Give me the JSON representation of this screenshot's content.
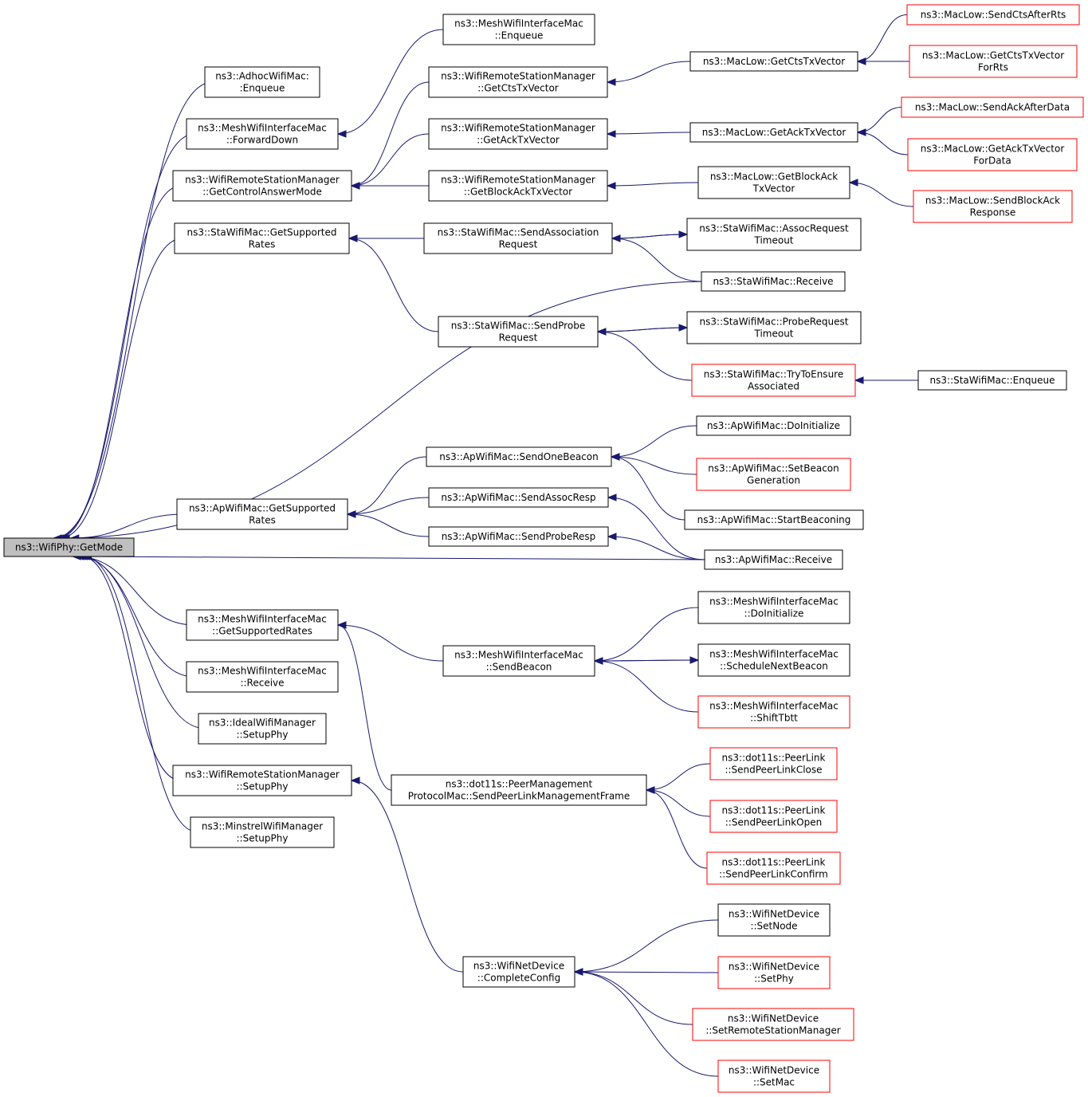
{
  "diagram": {
    "title": "",
    "nodes": [
      {
        "id": "getmode",
        "lines": [
          "ns3::WifiPhy::GetMode"
        ],
        "root": true
      },
      {
        "id": "adhoc_enq",
        "lines": [
          "ns3::AdhocWifiMac:",
          ":Enqueue"
        ]
      },
      {
        "id": "mesh_fwd",
        "lines": [
          "ns3::MeshWifiInterfaceMac",
          "::ForwardDown"
        ]
      },
      {
        "id": "wrsm_gcam",
        "lines": [
          "ns3::WifiRemoteStationManager",
          "::GetControlAnswerMode"
        ]
      },
      {
        "id": "sta_gsr",
        "lines": [
          "ns3::StaWifiMac::GetSupported",
          "Rates"
        ]
      },
      {
        "id": "ap_gsr",
        "lines": [
          "ns3::ApWifiMac::GetSupported",
          "Rates"
        ]
      },
      {
        "id": "mesh_gsr",
        "lines": [
          "ns3::MeshWifiInterfaceMac",
          "::GetSupportedRates"
        ]
      },
      {
        "id": "mesh_recv",
        "lines": [
          "ns3::MeshWifiInterfaceMac",
          "::Receive"
        ]
      },
      {
        "id": "ideal_setup",
        "lines": [
          "ns3::IdealWifiManager",
          "::SetupPhy"
        ]
      },
      {
        "id": "wrsm_setup",
        "lines": [
          "ns3::WifiRemoteStationManager",
          "::SetupPhy"
        ]
      },
      {
        "id": "minstrel_setup",
        "lines": [
          "ns3::MinstrelWifiManager",
          "::SetupPhy"
        ]
      },
      {
        "id": "mesh_enq",
        "lines": [
          "ns3::MeshWifiInterfaceMac",
          "::Enqueue"
        ]
      },
      {
        "id": "wrsm_gcts",
        "lines": [
          "ns3::WifiRemoteStationManager",
          "::GetCtsTxVector"
        ]
      },
      {
        "id": "wrsm_gack",
        "lines": [
          "ns3::WifiRemoteStationManager",
          "::GetAckTxVector"
        ]
      },
      {
        "id": "wrsm_gback",
        "lines": [
          "ns3::WifiRemoteStationManager",
          "::GetBlockAckTxVector"
        ]
      },
      {
        "id": "sta_sar",
        "lines": [
          "ns3::StaWifiMac::SendAssociation",
          "Request"
        ]
      },
      {
        "id": "sta_spr",
        "lines": [
          "ns3::StaWifiMac::SendProbe",
          "Request"
        ]
      },
      {
        "id": "ap_sob",
        "lines": [
          "ns3::ApWifiMac::SendOneBeacon"
        ]
      },
      {
        "id": "ap_sar",
        "lines": [
          "ns3::ApWifiMac::SendAssocResp"
        ]
      },
      {
        "id": "ap_spr",
        "lines": [
          "ns3::ApWifiMac::SendProbeResp"
        ]
      },
      {
        "id": "mesh_sb",
        "lines": [
          "ns3::MeshWifiInterfaceMac",
          "::SendBeacon"
        ]
      },
      {
        "id": "pmp_splmf",
        "lines": [
          "ns3::dot11s::PeerManagement",
          "ProtocolMac::SendPeerLinkManagementFrame"
        ]
      },
      {
        "id": "wnd_cc",
        "lines": [
          "ns3::WifiNetDevice",
          "::CompleteConfig"
        ]
      },
      {
        "id": "ml_gcts",
        "lines": [
          "ns3::MacLow::GetCtsTxVector"
        ]
      },
      {
        "id": "ml_gack",
        "lines": [
          "ns3::MacLow::GetAckTxVector"
        ]
      },
      {
        "id": "ml_gback",
        "lines": [
          "ns3::MacLow::GetBlockAck",
          "TxVector"
        ]
      },
      {
        "id": "sta_art",
        "lines": [
          "ns3::StaWifiMac::AssocRequest",
          "Timeout"
        ]
      },
      {
        "id": "sta_recv",
        "lines": [
          "ns3::StaWifiMac::Receive"
        ]
      },
      {
        "id": "sta_prt",
        "lines": [
          "ns3::StaWifiMac::ProbeRequest",
          "Timeout"
        ]
      },
      {
        "id": "sta_ttea",
        "lines": [
          "ns3::StaWifiMac::TryToEnsure",
          "Associated"
        ],
        "red": true
      },
      {
        "id": "ap_doinit",
        "lines": [
          "ns3::ApWifiMac::DoInitialize"
        ]
      },
      {
        "id": "ap_sbg",
        "lines": [
          "ns3::ApWifiMac::SetBeacon",
          "Generation"
        ],
        "red": true
      },
      {
        "id": "ap_startb",
        "lines": [
          "ns3::ApWifiMac::StartBeaconing"
        ]
      },
      {
        "id": "ap_recv",
        "lines": [
          "ns3::ApWifiMac::Receive"
        ]
      },
      {
        "id": "mesh_doinit",
        "lines": [
          "ns3::MeshWifiInterfaceMac",
          "::DoInitialize"
        ]
      },
      {
        "id": "mesh_snb",
        "lines": [
          "ns3::MeshWifiInterfaceMac",
          "::ScheduleNextBeacon"
        ]
      },
      {
        "id": "mesh_stbtt",
        "lines": [
          "ns3::MeshWifiInterfaceMac",
          "::ShiftTbtt"
        ],
        "red": true
      },
      {
        "id": "pl_close",
        "lines": [
          "ns3::dot11s::PeerLink",
          "::SendPeerLinkClose"
        ],
        "red": true
      },
      {
        "id": "pl_open",
        "lines": [
          "ns3::dot11s::PeerLink",
          "::SendPeerLinkOpen"
        ],
        "red": true
      },
      {
        "id": "pl_confirm",
        "lines": [
          "ns3::dot11s::PeerLink",
          "::SendPeerLinkConfirm"
        ],
        "red": true
      },
      {
        "id": "wnd_setnode",
        "lines": [
          "ns3::WifiNetDevice",
          "::SetNode"
        ]
      },
      {
        "id": "wnd_setphy",
        "lines": [
          "ns3::WifiNetDevice",
          "::SetPhy"
        ],
        "red": true
      },
      {
        "id": "wnd_setrsm",
        "lines": [
          "ns3::WifiNetDevice",
          "::SetRemoteStationManager"
        ],
        "red": true
      },
      {
        "id": "wnd_setmac",
        "lines": [
          "ns3::WifiNetDevice",
          "::SetMac"
        ],
        "red": true
      },
      {
        "id": "ml_sctsar",
        "lines": [
          "ns3::MacLow::SendCtsAfterRts"
        ],
        "red": true
      },
      {
        "id": "ml_gctsfr",
        "lines": [
          "ns3::MacLow::GetCtsTxVector",
          "ForRts"
        ],
        "red": true
      },
      {
        "id": "ml_saad",
        "lines": [
          "ns3::MacLow::SendAckAfterData"
        ],
        "red": true
      },
      {
        "id": "ml_gackfd",
        "lines": [
          "ns3::MacLow::GetAckTxVector",
          "ForData"
        ],
        "red": true
      },
      {
        "id": "ml_sbar",
        "lines": [
          "ns3::MacLow::SendBlockAck",
          "Response"
        ],
        "red": true
      },
      {
        "id": "sta_enq",
        "lines": [
          "ns3::StaWifiMac::Enqueue"
        ]
      }
    ],
    "edges": [
      [
        "adhoc_enq",
        "getmode"
      ],
      [
        "mesh_fwd",
        "getmode"
      ],
      [
        "wrsm_gcam",
        "getmode"
      ],
      [
        "sta_gsr",
        "getmode"
      ],
      [
        "sta_recv",
        "getmode"
      ],
      [
        "ap_gsr",
        "getmode"
      ],
      [
        "ap_recv",
        "getmode"
      ],
      [
        "mesh_gsr",
        "getmode"
      ],
      [
        "mesh_recv",
        "getmode"
      ],
      [
        "ideal_setup",
        "getmode"
      ],
      [
        "wrsm_setup",
        "getmode"
      ],
      [
        "minstrel_setup",
        "getmode"
      ],
      [
        "mesh_enq",
        "mesh_fwd"
      ],
      [
        "wrsm_gcts",
        "wrsm_gcam"
      ],
      [
        "wrsm_gack",
        "wrsm_gcam"
      ],
      [
        "wrsm_gback",
        "wrsm_gcam"
      ],
      [
        "ml_gcts",
        "wrsm_gcts"
      ],
      [
        "ml_gack",
        "wrsm_gack"
      ],
      [
        "ml_gback",
        "wrsm_gback"
      ],
      [
        "ml_sctsar",
        "ml_gcts"
      ],
      [
        "ml_gctsfr",
        "ml_gcts"
      ],
      [
        "ml_saad",
        "ml_gack"
      ],
      [
        "ml_gackfd",
        "ml_gack"
      ],
      [
        "ml_sbar",
        "ml_gback"
      ],
      [
        "sta_sar",
        "sta_gsr"
      ],
      [
        "sta_spr",
        "sta_gsr"
      ],
      [
        "sta_art",
        "sta_sar"
      ],
      [
        "sta_sar",
        "sta_art"
      ],
      [
        "sta_recv",
        "sta_sar"
      ],
      [
        "sta_prt",
        "sta_spr"
      ],
      [
        "sta_spr",
        "sta_prt"
      ],
      [
        "sta_ttea",
        "sta_spr"
      ],
      [
        "sta_enq",
        "sta_ttea"
      ],
      [
        "ap_sob",
        "ap_gsr"
      ],
      [
        "ap_sar",
        "ap_gsr"
      ],
      [
        "ap_spr",
        "ap_gsr"
      ],
      [
        "ap_doinit",
        "ap_sob"
      ],
      [
        "ap_sbg",
        "ap_sob"
      ],
      [
        "ap_startb",
        "ap_sob"
      ],
      [
        "ap_recv",
        "ap_sar"
      ],
      [
        "ap_recv",
        "ap_spr"
      ],
      [
        "mesh_sb",
        "mesh_gsr"
      ],
      [
        "pmp_splmf",
        "mesh_gsr"
      ],
      [
        "mesh_doinit",
        "mesh_sb"
      ],
      [
        "mesh_snb",
        "mesh_sb"
      ],
      [
        "mesh_sb",
        "mesh_snb"
      ],
      [
        "mesh_stbtt",
        "mesh_sb"
      ],
      [
        "pl_close",
        "pmp_splmf"
      ],
      [
        "pl_open",
        "pmp_splmf"
      ],
      [
        "pl_confirm",
        "pmp_splmf"
      ],
      [
        "wnd_cc",
        "wrsm_setup"
      ],
      [
        "wnd_setnode",
        "wnd_cc"
      ],
      [
        "wnd_setphy",
        "wnd_cc"
      ],
      [
        "wnd_setrsm",
        "wnd_cc"
      ],
      [
        "wnd_setmac",
        "wnd_cc"
      ]
    ]
  }
}
